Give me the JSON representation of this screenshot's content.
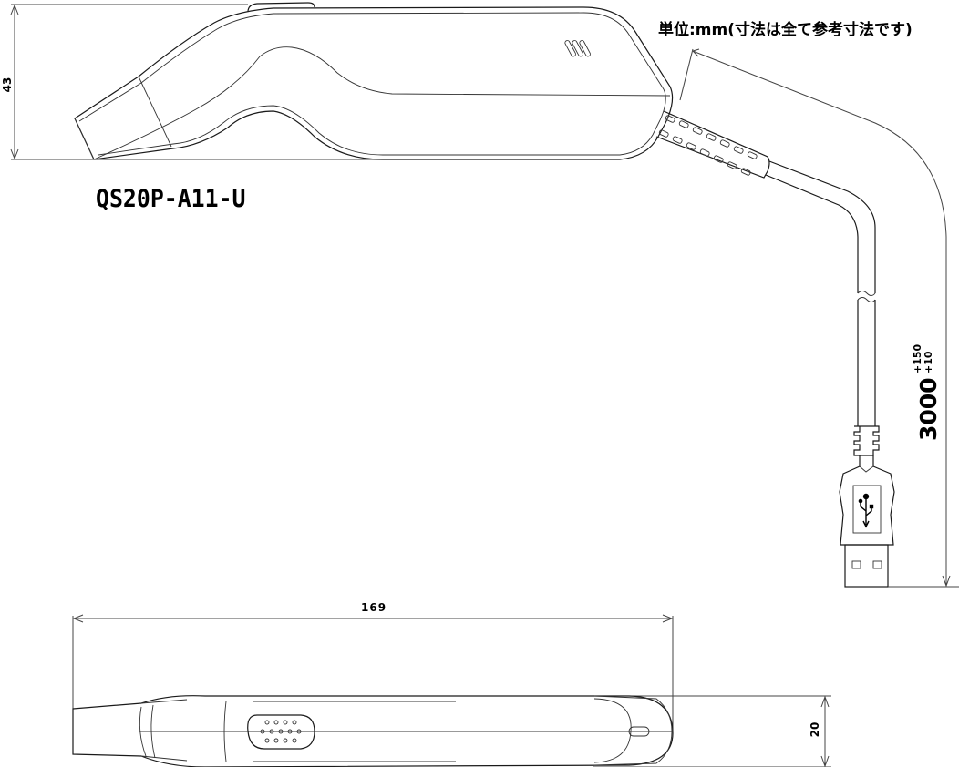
{
  "drawing": {
    "model_name": "QS20P-A11-U",
    "unit_note": "単位:mm(寸法は全て参考寸法です)",
    "dimensions": {
      "height": {
        "value": "43",
        "unit": "mm",
        "view": "side"
      },
      "length": {
        "value": "169",
        "unit": "mm",
        "view": "top"
      },
      "width": {
        "value": "20",
        "unit": "mm",
        "view": "top"
      },
      "cable_length": {
        "value": "3000",
        "tolerance_upper": "+150",
        "tolerance_lower": "+10",
        "unit": "mm"
      }
    },
    "views": [
      {
        "name": "side-view",
        "description": "Handheld scanner side profile with strain relief cable and USB-A connector"
      },
      {
        "name": "top-view",
        "description": "Scanner viewed from above with speaker grille and LED"
      }
    ],
    "connector": {
      "type": "USB-A",
      "icon": "usb-icon"
    },
    "colors": {
      "line": "#1a1a1a",
      "background": "#ffffff",
      "text": "#000000"
    }
  }
}
